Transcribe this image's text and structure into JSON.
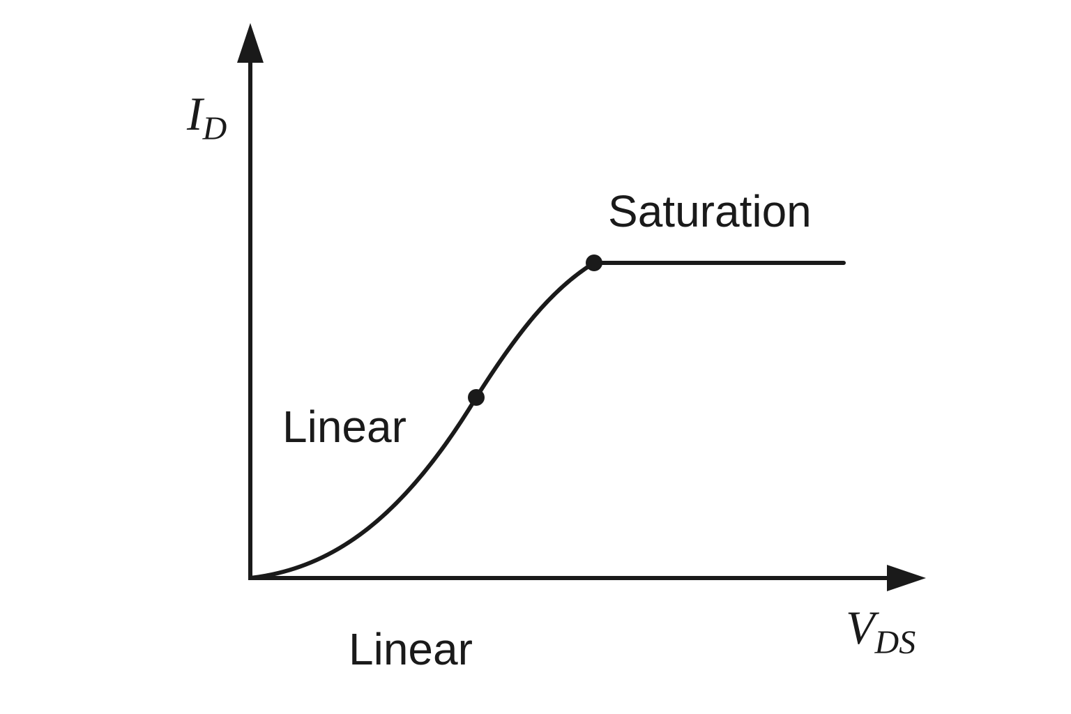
{
  "axes": {
    "y_label": {
      "main": "I",
      "sub": "D"
    },
    "x_label": {
      "main": "V",
      "sub": "DS"
    }
  },
  "regions": {
    "saturation_label": "Saturation",
    "linear_curve_label": "Linear",
    "linear_axis_label": "Linear"
  },
  "colors": {
    "ink": "#1a1a1a",
    "background": "#ffffff"
  }
}
